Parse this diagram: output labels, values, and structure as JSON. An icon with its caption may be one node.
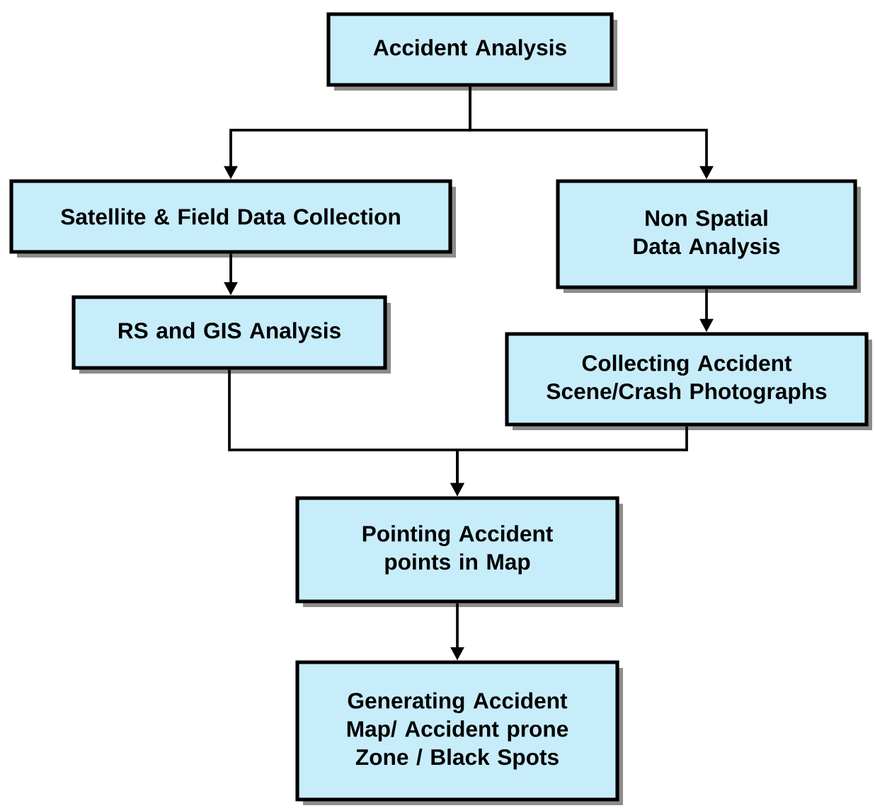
{
  "diagram": {
    "nodes": [
      {
        "text": [
          "Accident Analysis"
        ]
      },
      {
        "text": [
          "Satellite & Field Data Collection"
        ]
      },
      {
        "text": [
          "Non Spatial Data Analysis"
        ]
      },
      {
        "text": [
          "RS and GIS Analysis"
        ]
      },
      {
        "text": [
          "Collecting Accident Scene/Crash Photographs"
        ]
      },
      {
        "text": [
          "Pointing Accident points in Map"
        ]
      },
      {
        "text": [
          "Generating Accident Map/ Accident prone Zone / Black Spots"
        ]
      }
    ],
    "edges": [
      {
        "from": 0,
        "to": 1,
        "arrow": "to"
      },
      {
        "from": 0,
        "to": 2,
        "arrow": "to"
      },
      {
        "from": 1,
        "to": 3,
        "arrow": "to"
      },
      {
        "from": 2,
        "to": 4,
        "arrow": "to"
      },
      {
        "from": 3,
        "to": 5,
        "arrow": "to"
      },
      {
        "from": 4,
        "to": 5,
        "arrow": "to"
      },
      {
        "from": 5,
        "to": 6,
        "arrow": "to"
      }
    ]
  }
}
